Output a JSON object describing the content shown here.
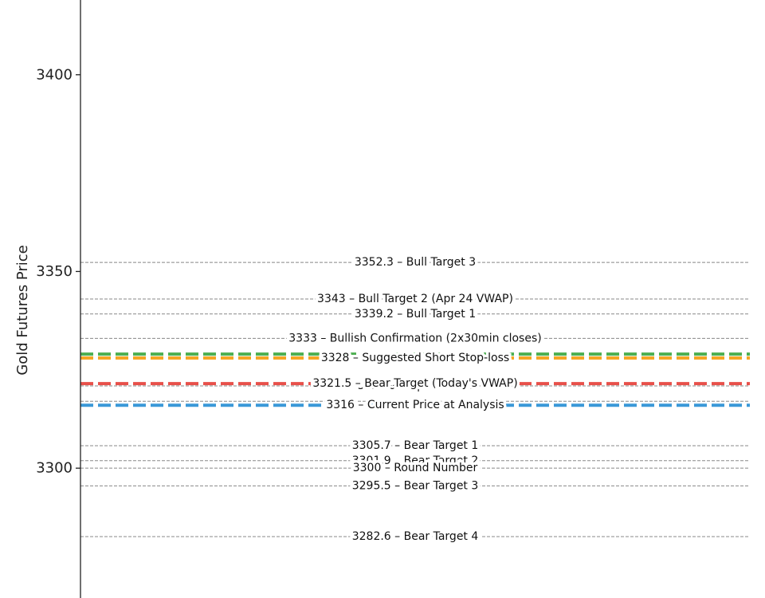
{
  "chart_data": {
    "type": "line",
    "title": "",
    "xlabel": "",
    "ylabel": "Gold Futures Price",
    "ylim": [
      3267,
      3419
    ],
    "yticks": [
      3300,
      3350,
      3400
    ],
    "grid": false,
    "levels": [
      {
        "value": 3352.3,
        "label": "3352.3 – Bull Target 3",
        "color": "#888888",
        "style": "thin"
      },
      {
        "value": 3343,
        "label": "3343 – Bull Target 2 (Apr 24 VWAP)",
        "color": "#888888",
        "style": "thin"
      },
      {
        "value": 3339.2,
        "label": "3339.2 – Bull Target 1",
        "color": "#888888",
        "style": "thin"
      },
      {
        "value": 3333,
        "label": "3333 – Bullish Confirmation (2x30min closes)",
        "color": "#888888",
        "style": "thin"
      },
      {
        "value": 3329,
        "label": "",
        "color": "#4caf50",
        "style": "thick"
      },
      {
        "value": 3328,
        "label": "3328 – Suggested Short Stop-loss",
        "color": "#f5a623",
        "style": "thick"
      },
      {
        "value": 3321.5,
        "label": "3321.5 – Bear Target (Today's VWAP)",
        "color": "#e8504a",
        "style": "thick"
      },
      {
        "value": 3320.9,
        "label": "3320.9 – Apr 25 VAH",
        "color": "#888888",
        "style": "thin"
      },
      {
        "value": 3317,
        "label": "",
        "color": "#888888",
        "style": "thin"
      },
      {
        "value": 3316,
        "label": "3316 – Current Price at Analysis",
        "color": "#3a98d8",
        "style": "thick"
      },
      {
        "value": 3305.7,
        "label": "3305.7 – Bear Target 1",
        "color": "#888888",
        "style": "thin"
      },
      {
        "value": 3301.9,
        "label": "3301.9 – Bear Target 2",
        "color": "#888888",
        "style": "thin"
      },
      {
        "value": 3300,
        "label": "3300 – Round Number",
        "color": "#888888",
        "style": "thin"
      },
      {
        "value": 3295.5,
        "label": "3295.5 – Bear Target 3",
        "color": "#888888",
        "style": "thin"
      },
      {
        "value": 3282.6,
        "label": "3282.6 – Bear Target 4",
        "color": "#888888",
        "style": "thin"
      }
    ]
  }
}
